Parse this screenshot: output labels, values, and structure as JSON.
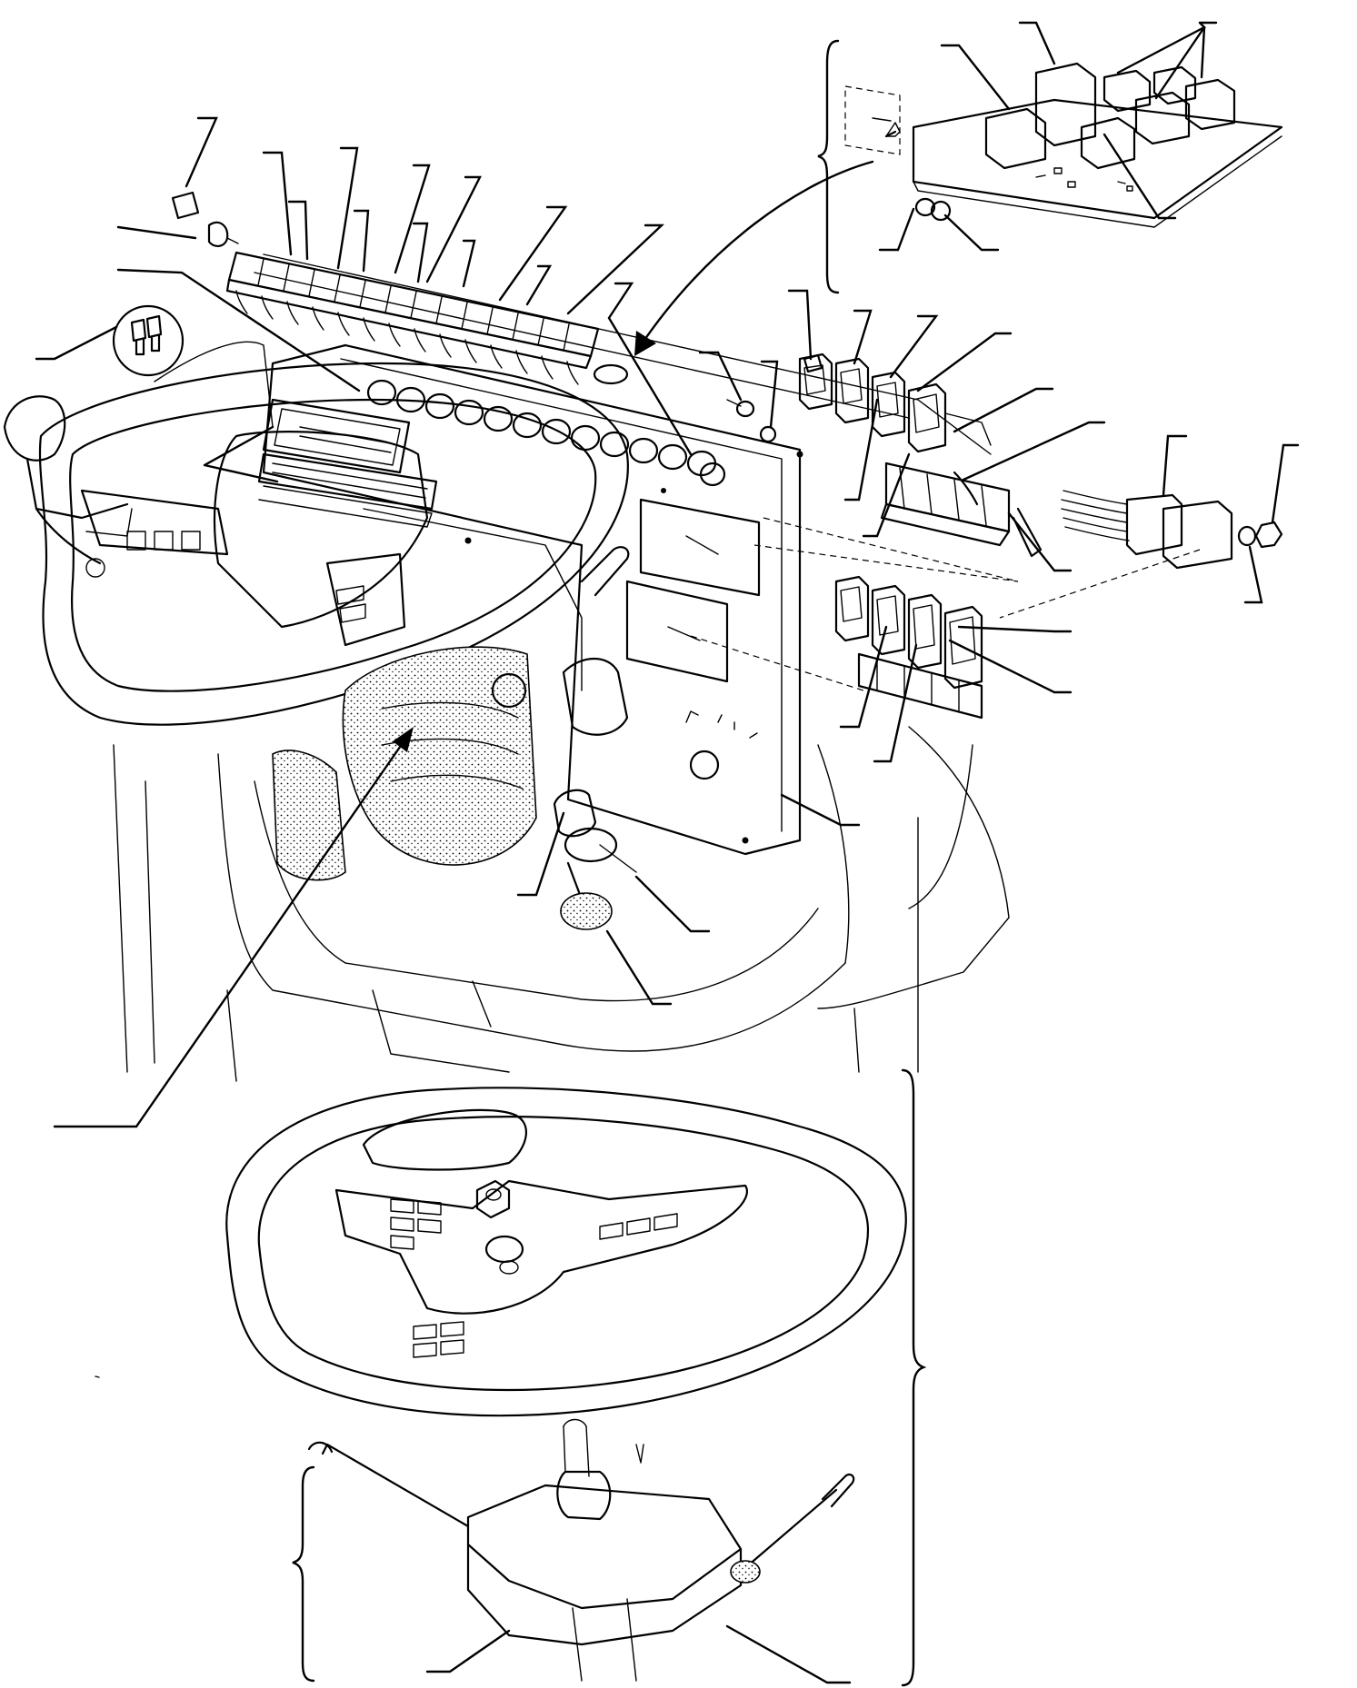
{
  "diagram": {
    "parts": [
      {
        "id": "relay-box",
        "icon": "relay-icon"
      },
      {
        "id": "instrument-panel",
        "icon": "panel-icon"
      },
      {
        "id": "warning-light-strip",
        "icon": "warning-light-icon"
      },
      {
        "id": "fuse-insert",
        "icon": "fuse-icon"
      },
      {
        "id": "rocker-switch-bank-upper",
        "icon": "rocker-switch-icon"
      },
      {
        "id": "rocker-switch-bank-lower",
        "icon": "rocker-switch-icon"
      },
      {
        "id": "connector-plug",
        "icon": "connector-icon"
      },
      {
        "id": "ignition-switch",
        "icon": "key-icon"
      },
      {
        "id": "steering-wheel",
        "icon": "steering-wheel-icon"
      },
      {
        "id": "steering-column-switch",
        "icon": "column-switch-icon"
      }
    ]
  }
}
